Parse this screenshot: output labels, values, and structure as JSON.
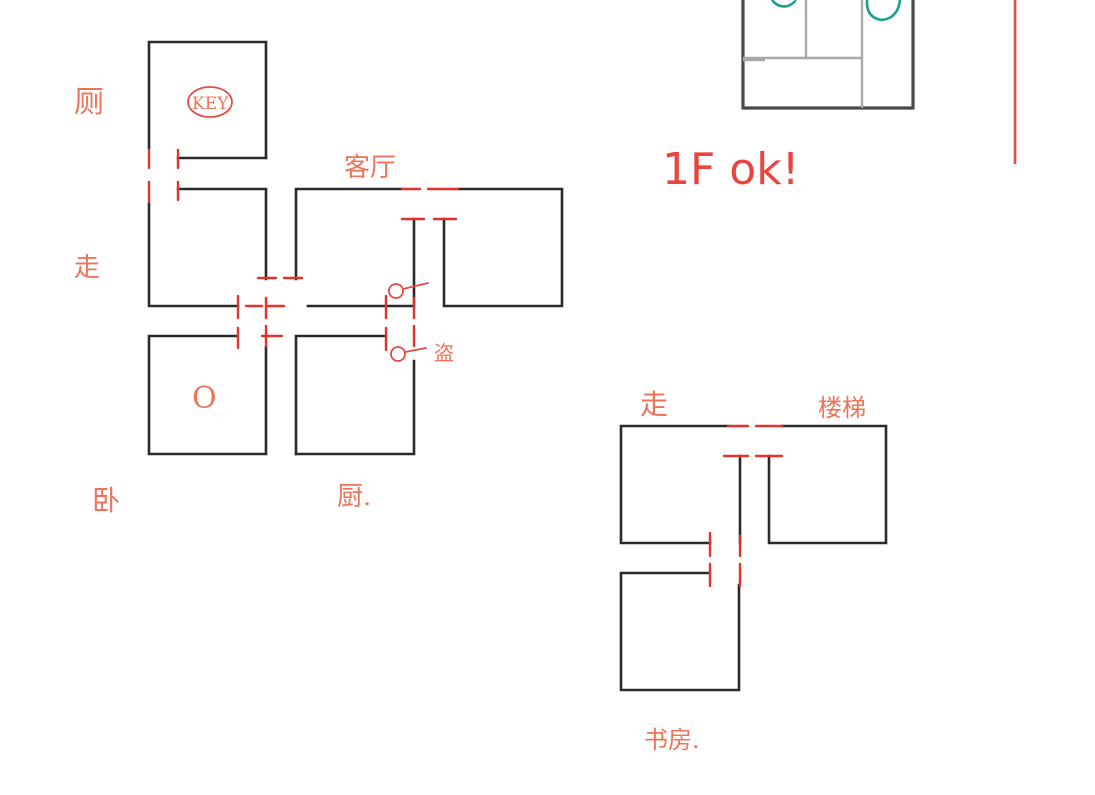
{
  "labels": {
    "toilet": "厕",
    "hall_left": "走",
    "living": "客厅",
    "key": "KEY",
    "ring": "O",
    "mark": "盗",
    "bedroom": "卧",
    "kitchen": "厨.",
    "hall_right": "走",
    "stairs": "楼梯",
    "study": "书房.",
    "floor_ok": "1F ok!"
  },
  "colors": {
    "wall": "#2a2a2a",
    "door": "#e0332b",
    "handwriting": "#ee7358",
    "accent": "#1aa092"
  }
}
